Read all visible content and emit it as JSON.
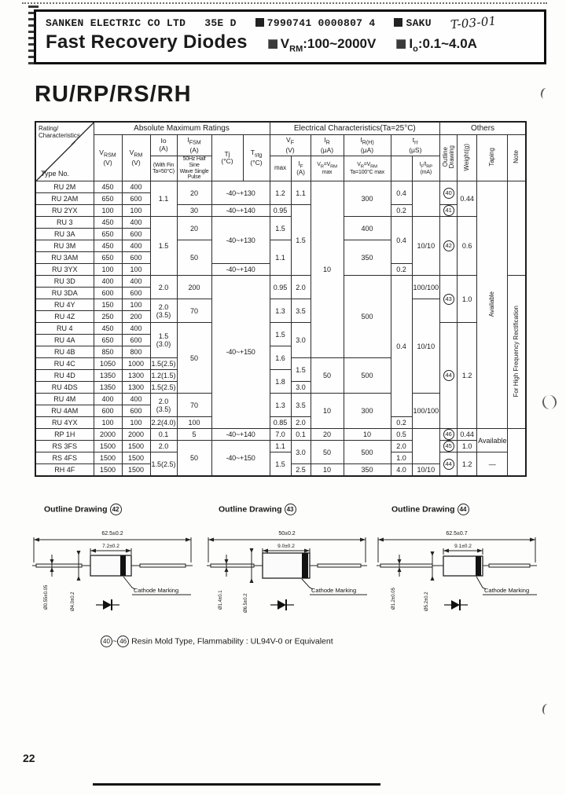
{
  "top": {
    "company": "SANKEN ELECTRIC CO LTD",
    "code": "35E D",
    "serial": "7990741 0000807 4",
    "brand": "SAKU",
    "handwritten": "T-03-01"
  },
  "banner": {
    "title": "Fast Recovery Diodes",
    "spec1_base": "V",
    "spec1_sub": "RM",
    "spec1_val": ":100~2000V",
    "spec2_base": "I",
    "spec2_sub": "o",
    "spec2_val": ":0.1~4.0A"
  },
  "section": {
    "title": "RU/RP/RS/RH"
  },
  "table": {
    "header": [
      [
        {
          "t": "Rating/\nCharacteristics",
          "t2": "Type No.",
          "rs": 3,
          "cls": "diag",
          "n": "corner-cell"
        },
        {
          "t": "Absolute Maximum Ratings",
          "cs": 6,
          "cls": "grp"
        },
        {
          "t": "Electrical Characteristics(Ta=25°C)",
          "cs": 6,
          "cls": "grp"
        },
        {
          "t": "Others",
          "cs": 4,
          "cls": "grp"
        }
      ],
      [
        {
          "t": "V_RSM_\n(V)",
          "rs": 2
        },
        {
          "t": "V_RM_\n(V)",
          "rs": 2
        },
        {
          "t": "Io\n(A)"
        },
        {
          "t": "I_FSM_\n(A)"
        },
        {
          "t": "Tj\n(°C)",
          "rs": 2
        },
        {
          "t": "T_stg_\n(°C)",
          "rs": 2
        },
        {
          "t": "V_F_\n(V)",
          "cs": 2
        },
        {
          "t": "I_R_\n(μA)"
        },
        {
          "t": "I_R(H)_\n(μA)"
        },
        {
          "t": "t_rr_\n(μS)",
          "cs": 2
        },
        {
          "t": "Outline\nDrawing",
          "rs": 2,
          "cls": "vert"
        },
        {
          "t": "Weight(g)",
          "rs": 2,
          "cls": "vert"
        },
        {
          "t": "Taping",
          "rs": 2,
          "cls": "vert"
        },
        {
          "t": "Note",
          "rs": 2,
          "cls": "vert"
        }
      ],
      [
        {
          "t": "(With Fin\nTa=50°C)",
          "cls": "tiny"
        },
        {
          "t": "50Hz Half Sine\nWave Single\nPulse",
          "cls": "tiny"
        },
        {
          "t": "max"
        },
        {
          "t": "I_F_\n(A)"
        },
        {
          "t": "V_R_=V_RM_\nmax",
          "cls": "tiny"
        },
        {
          "t": "V_R_=V_RM_\nTa=100°C max",
          "cls": "tiny"
        },
        {
          "t": ""
        },
        {
          "t": "I_F_/I_RP_\n(mA)",
          "cls": "tiny"
        }
      ]
    ],
    "rows": [
      [
        {
          "t": "RU 2M",
          "cls": "type"
        },
        {
          "t": "450"
        },
        {
          "t": "400"
        },
        {
          "t": "1.1",
          "rs": 3,
          "cls": "b"
        },
        {
          "t": "20",
          "rs": 2
        },
        {
          "t": "-40~+130",
          "rs": 2,
          "cs": 2,
          "cls": "tmp"
        },
        {
          "t": "1.2",
          "rs": 2
        },
        {
          "t": "1.1",
          "rs": 2,
          "cls": "b"
        },
        {
          "t": "10",
          "rs": 15
        },
        {
          "t": "300",
          "rs": 3
        },
        {
          "t": "0.4",
          "rs": 2
        },
        {
          "t": "",
          "rs": 3
        },
        {
          "circ": "40",
          "rs": 2
        },
        {
          "t": "0.44",
          "rs": 3
        },
        {
          "t": "Available",
          "rs": 21,
          "cls": "vert"
        },
        {
          "t": "",
          "rs": 8
        }
      ],
      [
        {
          "t": "RU 2AM",
          "cls": "type"
        },
        {
          "t": "650"
        },
        {
          "t": "600"
        }
      ],
      [
        {
          "t": "RU 2YX",
          "cls": "type"
        },
        {
          "t": "100"
        },
        {
          "t": "100"
        },
        {
          "t": "30"
        },
        {
          "t": "-40~+140",
          "cs": 2,
          "cls": "tmp"
        },
        {
          "t": "0.95"
        },
        {
          "t": "1.5",
          "rs": 6,
          "cls": "b"
        },
        {
          "t": "0.2"
        },
        {
          "circ": "41"
        }
      ],
      [
        {
          "t": "RU 3",
          "cls": "type"
        },
        {
          "t": "450"
        },
        {
          "t": "400"
        },
        {
          "t": "1.5",
          "rs": 5,
          "cls": "b"
        },
        {
          "t": "20",
          "rs": 2
        },
        {
          "t": "-40~+130",
          "rs": 4,
          "cs": 2,
          "cls": "tmp"
        },
        {
          "t": "1.5",
          "rs": 2
        },
        {
          "t": "400",
          "rs": 2
        },
        {
          "t": "0.4",
          "rs": 4
        },
        {
          "t": "10/10",
          "rs": 5
        },
        {
          "circ": "42",
          "rs": 5
        },
        {
          "t": "0.6",
          "rs": 5
        }
      ],
      [
        {
          "t": "RU 3A",
          "cls": "type"
        },
        {
          "t": "650"
        },
        {
          "t": "600"
        }
      ],
      [
        {
          "t": "RU 3M",
          "cls": "type"
        },
        {
          "t": "450"
        },
        {
          "t": "400"
        },
        {
          "t": "50",
          "rs": 3
        },
        {
          "t": "1.1",
          "rs": 3
        },
        {
          "t": "350",
          "rs": 3
        }
      ],
      [
        {
          "t": "RU 3AM",
          "cls": "type"
        },
        {
          "t": "650"
        },
        {
          "t": "600"
        }
      ],
      [
        {
          "t": "RU 3YX",
          "cls": "type"
        },
        {
          "t": "100"
        },
        {
          "t": "100"
        },
        {
          "t": "-40~+140",
          "cs": 2,
          "cls": "tmp"
        },
        {
          "t": "0.2"
        }
      ],
      [
        {
          "t": "RU 3D",
          "cls": "type"
        },
        {
          "t": "400"
        },
        {
          "t": "400"
        },
        {
          "t": "2.0",
          "rs": 2,
          "cls": "b"
        },
        {
          "t": "200",
          "rs": 2
        },
        {
          "t": "-40~+150",
          "rs": 13,
          "cs": 2,
          "cls": "tmp"
        },
        {
          "t": "0.95",
          "rs": 2
        },
        {
          "t": "2.0",
          "rs": 2,
          "cls": "b"
        },
        {
          "t": "500",
          "rs": 7
        },
        {
          "t": "0.4",
          "rs": 12
        },
        {
          "t": "100/100",
          "rs": 2
        },
        {
          "circ": "43",
          "rs": 4
        },
        {
          "t": "1.0",
          "rs": 4
        },
        {
          "t": "For High Frequency Rectification",
          "rs": 13,
          "cls": "vert"
        }
      ],
      [
        {
          "t": "RU 3DA",
          "cls": "type"
        },
        {
          "t": "600"
        },
        {
          "t": "600"
        }
      ],
      [
        {
          "t": "RU 4Y",
          "cls": "type"
        },
        {
          "t": "150"
        },
        {
          "t": "100"
        },
        {
          "t": "2.0\n(3.5)",
          "rs": 2
        },
        {
          "t": "70",
          "rs": 2
        },
        {
          "t": "1.3",
          "rs": 2
        },
        {
          "t": "3.5",
          "rs": 2,
          "cls": "b"
        },
        {
          "t": "10/10",
          "rs": 8
        }
      ],
      [
        {
          "t": "RU 4Z",
          "cls": "type"
        },
        {
          "t": "250"
        },
        {
          "t": "200"
        }
      ],
      [
        {
          "t": "RU 4",
          "cls": "type"
        },
        {
          "t": "450"
        },
        {
          "t": "400"
        },
        {
          "t": "1.5\n(3.0)",
          "rs": 3
        },
        {
          "t": "50",
          "rs": 6
        },
        {
          "t": "1.5",
          "rs": 2
        },
        {
          "t": "3.0",
          "rs": 3,
          "cls": "b"
        },
        {
          "circ": "44",
          "rs": 9
        },
        {
          "t": "1.2",
          "rs": 9
        }
      ],
      [
        {
          "t": "RU 4A",
          "cls": "type"
        },
        {
          "t": "650"
        },
        {
          "t": "600"
        }
      ],
      [
        {
          "t": "RU 4B",
          "cls": "type"
        },
        {
          "t": "850"
        },
        {
          "t": "800"
        },
        {
          "t": "1.6",
          "rs": 2
        }
      ],
      [
        {
          "t": "RU 4C",
          "cls": "type"
        },
        {
          "t": "1050"
        },
        {
          "t": "1000"
        },
        {
          "t": "1.5(2.5)"
        },
        {
          "t": "1.5",
          "rs": 2,
          "cls": "b"
        },
        {
          "t": "50",
          "rs": 3
        },
        {
          "t": "500",
          "rs": 3
        }
      ],
      [
        {
          "t": "RU 4D",
          "cls": "type"
        },
        {
          "t": "1350"
        },
        {
          "t": "1300"
        },
        {
          "t": "1.2(1.5)"
        },
        {
          "t": "1.8",
          "rs": 2
        }
      ],
      [
        {
          "t": "RU 4DS",
          "cls": "type"
        },
        {
          "t": "1350"
        },
        {
          "t": "1300"
        },
        {
          "t": "1.5(2.5)"
        },
        {
          "t": "3.0",
          "cls": "b"
        }
      ],
      [
        {
          "t": "RU 4M",
          "cls": "type"
        },
        {
          "t": "400"
        },
        {
          "t": "400"
        },
        {
          "t": "2.0\n(3.5)",
          "rs": 2
        },
        {
          "t": "70",
          "rs": 2
        },
        {
          "t": "1.3",
          "rs": 2
        },
        {
          "t": "3.5",
          "rs": 2,
          "cls": "b"
        },
        {
          "t": "10",
          "rs": 3
        },
        {
          "t": "300",
          "rs": 3
        },
        {
          "t": "100/100",
          "rs": 3
        }
      ],
      [
        {
          "t": "RU 4AM",
          "cls": "type"
        },
        {
          "t": "600"
        },
        {
          "t": "600"
        }
      ],
      [
        {
          "t": "RU 4YX",
          "cls": "type"
        },
        {
          "t": "100"
        },
        {
          "t": "100"
        },
        {
          "t": "2.2(4.0)"
        },
        {
          "t": "100"
        },
        {
          "t": "0.85"
        },
        {
          "t": "2.0",
          "cls": "b"
        },
        {
          "t": "0.2"
        }
      ],
      [
        {
          "t": "RP 1H",
          "cls": "type"
        },
        {
          "t": "2000"
        },
        {
          "t": "2000"
        },
        {
          "t": "0.1"
        },
        {
          "t": "5"
        },
        {
          "t": "-40~+140",
          "cs": 2,
          "cls": "tmp"
        },
        {
          "t": "7.0"
        },
        {
          "t": "0.1"
        },
        {
          "t": "20"
        },
        {
          "t": "10"
        },
        {
          "t": "0.5"
        },
        {
          "t": "",
          "rs": 3
        },
        {
          "circ": "46"
        },
        {
          "t": "0.44"
        },
        {
          "t": "Available",
          "rs": 2
        },
        {
          "t": "",
          "rs": 4
        }
      ],
      [
        {
          "t": "RS 3FS",
          "cls": "type"
        },
        {
          "t": "1500"
        },
        {
          "t": "1500"
        },
        {
          "t": "2.0"
        },
        {
          "t": "50",
          "rs": 3
        },
        {
          "t": "-40~+150",
          "rs": 3,
          "cs": 2,
          "cls": "tmp"
        },
        {
          "t": "1.1"
        },
        {
          "t": "3.0",
          "rs": 2,
          "cls": "b"
        },
        {
          "t": "50",
          "rs": 2
        },
        {
          "t": "500",
          "rs": 2
        },
        {
          "t": "2.0"
        },
        {
          "circ": "45"
        },
        {
          "t": "1.0"
        }
      ],
      [
        {
          "t": "RS 4FS",
          "cls": "type"
        },
        {
          "t": "1500"
        },
        {
          "t": "1500"
        },
        {
          "t": "1.5(2.5)",
          "rs": 2
        },
        {
          "t": "1.5",
          "rs": 2
        },
        {
          "t": "1.0"
        },
        {
          "circ": "44",
          "rs": 2
        },
        {
          "t": "1.2",
          "rs": 2
        },
        {
          "t": "—",
          "rs": 2
        }
      ],
      [
        {
          "t": "RH 4F",
          "cls": "type"
        },
        {
          "t": "1500"
        },
        {
          "t": "1500"
        },
        {
          "t": "2.5",
          "cls": "b"
        },
        {
          "t": "10"
        },
        {
          "t": "350"
        },
        {
          "t": "4.0"
        },
        {
          "t": "10/10"
        }
      ]
    ]
  },
  "drawings": [
    {
      "label": "Outline Drawing",
      "circ": "42",
      "overall": "62.5±0.2",
      "body_len": "7.2±0.2",
      "lead_dia": "Ø0.55±0.05",
      "body_dia": "Ø4.0±0.2",
      "cathode": "Cathode Marking"
    },
    {
      "label": "Outline Drawing",
      "circ": "43",
      "overall": "50±0.2",
      "body_len": "9.0±0.2",
      "lead_dia": "Ø1.4±0.1",
      "body_dia": "Ø6.5±0.2",
      "cathode": "Cathode Marking"
    },
    {
      "label": "Outline Drawing",
      "circ": "44",
      "overall": "62.5±0.7",
      "body_len": "9.1±0.2",
      "lead_dia": "Ø1.2±0.05",
      "body_dia": "Ø5.2±0.2",
      "cathode": "Cathode Marking"
    }
  ],
  "footnote": {
    "circ_from": "40",
    "tilde": "~",
    "circ_to": "46",
    "text": "Resin Mold Type, Flammability : UL94V-0 or Equivalent"
  },
  "page": {
    "number": "22"
  }
}
